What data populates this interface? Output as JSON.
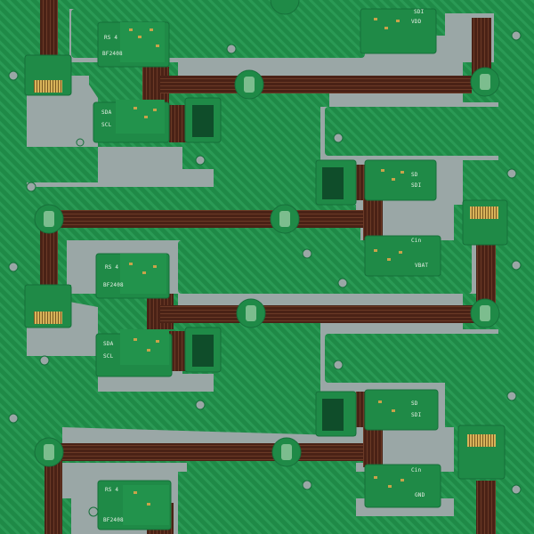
{
  "photo": {
    "subject": "rigid-flex-pcb-panel",
    "colors": {
      "carrier": "#9aa7a6",
      "soldermask": "#1f8a47",
      "soldermask_dark": "#16703a",
      "hatch": "#2a9a55",
      "flex": "#4a2216",
      "flex_trace": "#6b3a26",
      "copper": "#c9a24a",
      "silkscreen": "#e8f0e6"
    },
    "silkscreen": {
      "rs": "RS 4",
      "part": "BF2408",
      "sda": "SDA",
      "scl": "SCL",
      "sd": "SD",
      "sdi": "SDI",
      "vdd": "VDD",
      "cin": "Cin",
      "vbat": "VBAT",
      "gnd": "GND"
    }
  }
}
